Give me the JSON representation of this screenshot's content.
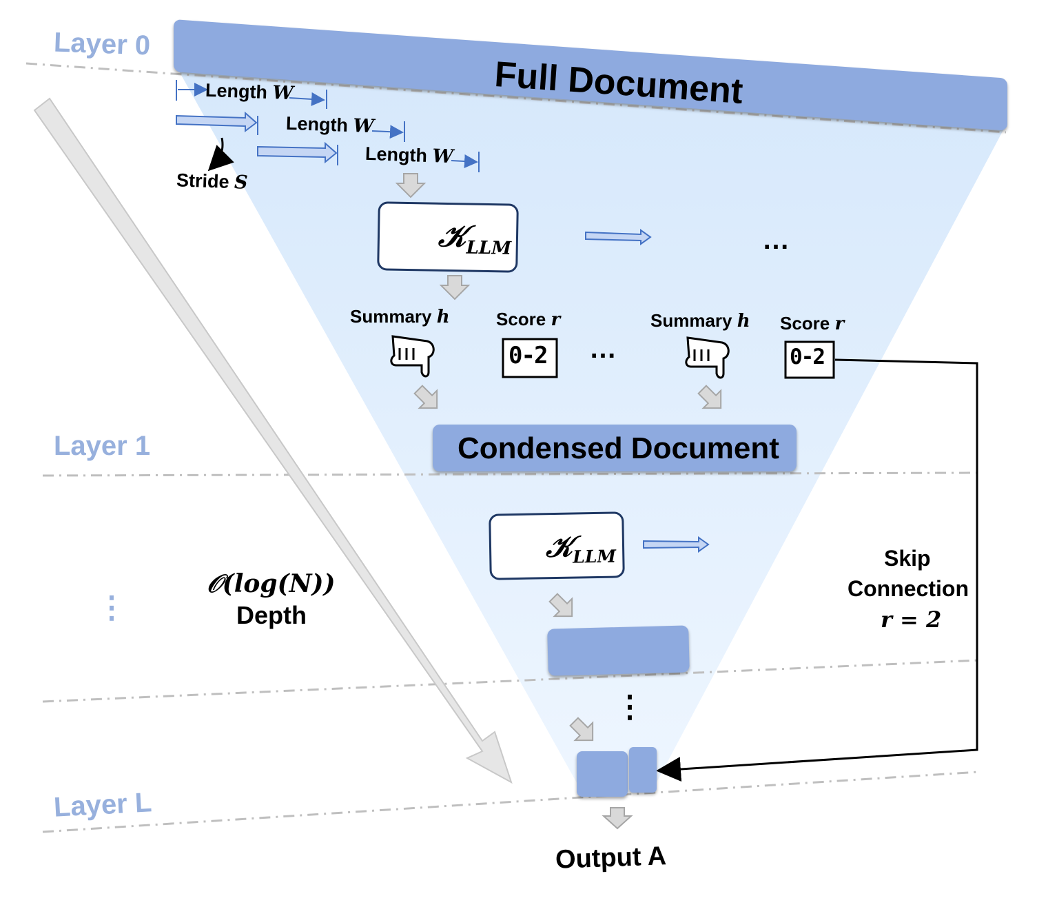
{
  "layers": {
    "l0": "Layer 0",
    "l1": "Layer 1",
    "lL": "Layer L",
    "dots": "⋮"
  },
  "full_doc": "Full Document",
  "condensed_doc": "Condensed Document",
  "window": {
    "length_label": "Length",
    "w_var": "W",
    "stride_label": "Stride",
    "s_var": "S"
  },
  "kernel": {
    "symbol": "𝒦",
    "sub": "LLM"
  },
  "outputs": {
    "summary_label": "Summary",
    "summary_var": "h",
    "score_label": "Score",
    "score_var": "r",
    "score_display": "0-2"
  },
  "ellipsis": "…",
  "vdots": "⋮",
  "depth": {
    "formula": "𝒪(log(N))",
    "label": "Depth"
  },
  "skip": {
    "line1": "Skip",
    "line2": "Connection",
    "eq": "r = 2"
  },
  "output": "Output A",
  "colors": {
    "box": "#8eaadf",
    "layer_text": "#97b0dd",
    "funnel": "#dcebfa",
    "chip": "#1e90e0",
    "arrow_blue": "#4472c4"
  }
}
